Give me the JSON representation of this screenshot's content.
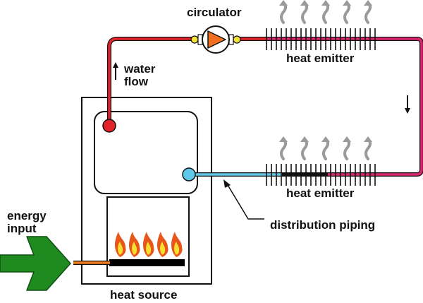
{
  "labels": {
    "circulator": "circulator",
    "water_flow_line1": "water",
    "water_flow_line2": "flow",
    "heat_emitter_top": "heat emitter",
    "heat_emitter_bottom": "heat emitter",
    "distribution_piping": "distribution piping",
    "energy_input_line1": "energy",
    "energy_input_line2": "input",
    "heat_source": "heat source"
  },
  "colors": {
    "supply_pipe": "#e0242a",
    "return_pipe": "#5fc8e8",
    "transition_pipe": "#d8246e",
    "outline": "#111111",
    "circulator_body": "#f07020",
    "connector": "#f2e23a",
    "fuel_line": "#f07a1e",
    "energy_arrow": "#1f8a1f",
    "heat_wave": "#9a9a9a",
    "flame_outer": "#e8561a",
    "flame_inner": "#f6e030",
    "burner": "#000000"
  },
  "icons": {
    "circulator": "pump-icon",
    "energy_input": "arrow-right-icon",
    "flame": "flame-icon",
    "heat_wave": "heat-wave-icon",
    "flow_arrow": "arrow-icon"
  }
}
